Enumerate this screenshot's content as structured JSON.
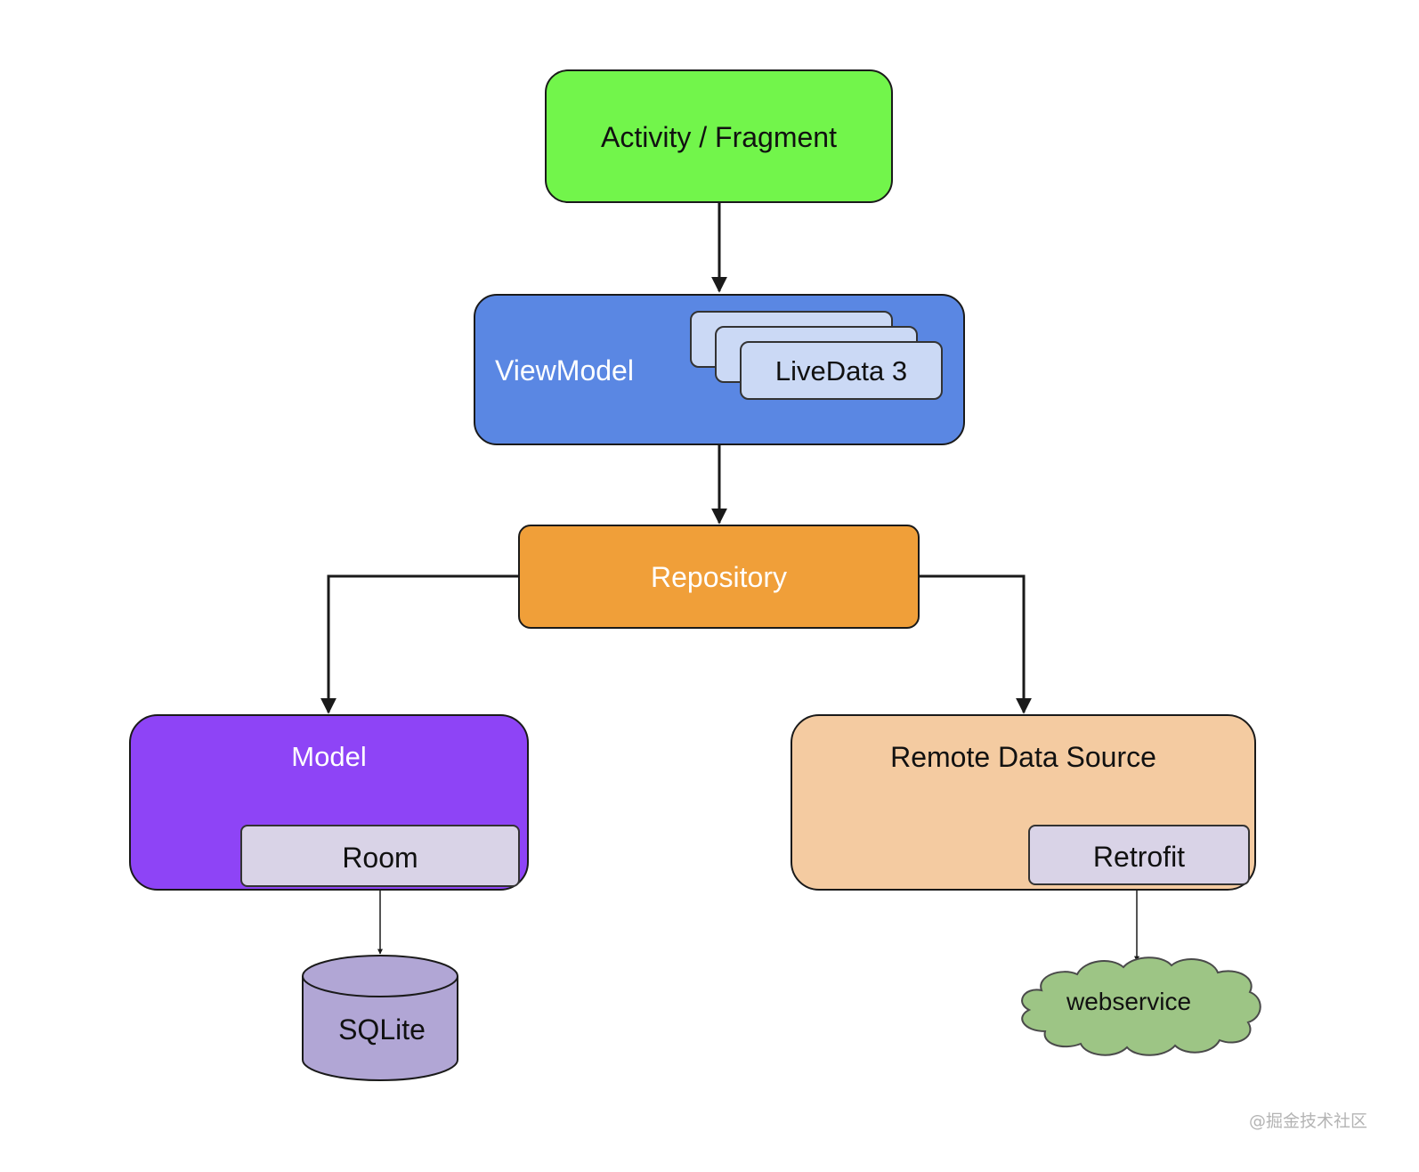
{
  "nodes": {
    "activity": {
      "label": "Activity / Fragment",
      "color": "#72f54b"
    },
    "viewmodel": {
      "label": "ViewModel",
      "color": "#5a87e3"
    },
    "livedata": {
      "label": "LiveData 3",
      "color": "#cbd9f5"
    },
    "repository": {
      "label": "Repository",
      "color": "#f09f39"
    },
    "model": {
      "label": "Model",
      "color": "#8e44f6"
    },
    "room": {
      "label": "Room",
      "color": "#d9d3e7"
    },
    "sqlite": {
      "label": "SQLite",
      "color": "#b1a6d5"
    },
    "remote": {
      "label": "Remote Data Source",
      "color": "#f4cba1"
    },
    "retrofit": {
      "label": "Retrofit",
      "color": "#d9d3e7"
    },
    "webservice": {
      "label": "webservice",
      "color": "#9dc585"
    }
  },
  "watermark": "@掘金技术社区"
}
